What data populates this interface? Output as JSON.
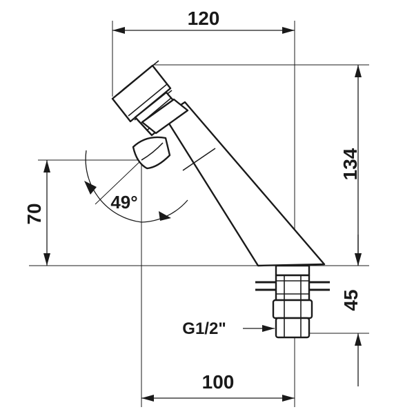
{
  "dimensions": {
    "width_top": "120",
    "height_total": "134",
    "spout_height": "70",
    "angle": "49°",
    "shank_length": "45",
    "base_width": "100",
    "thread": "G1/2\""
  }
}
